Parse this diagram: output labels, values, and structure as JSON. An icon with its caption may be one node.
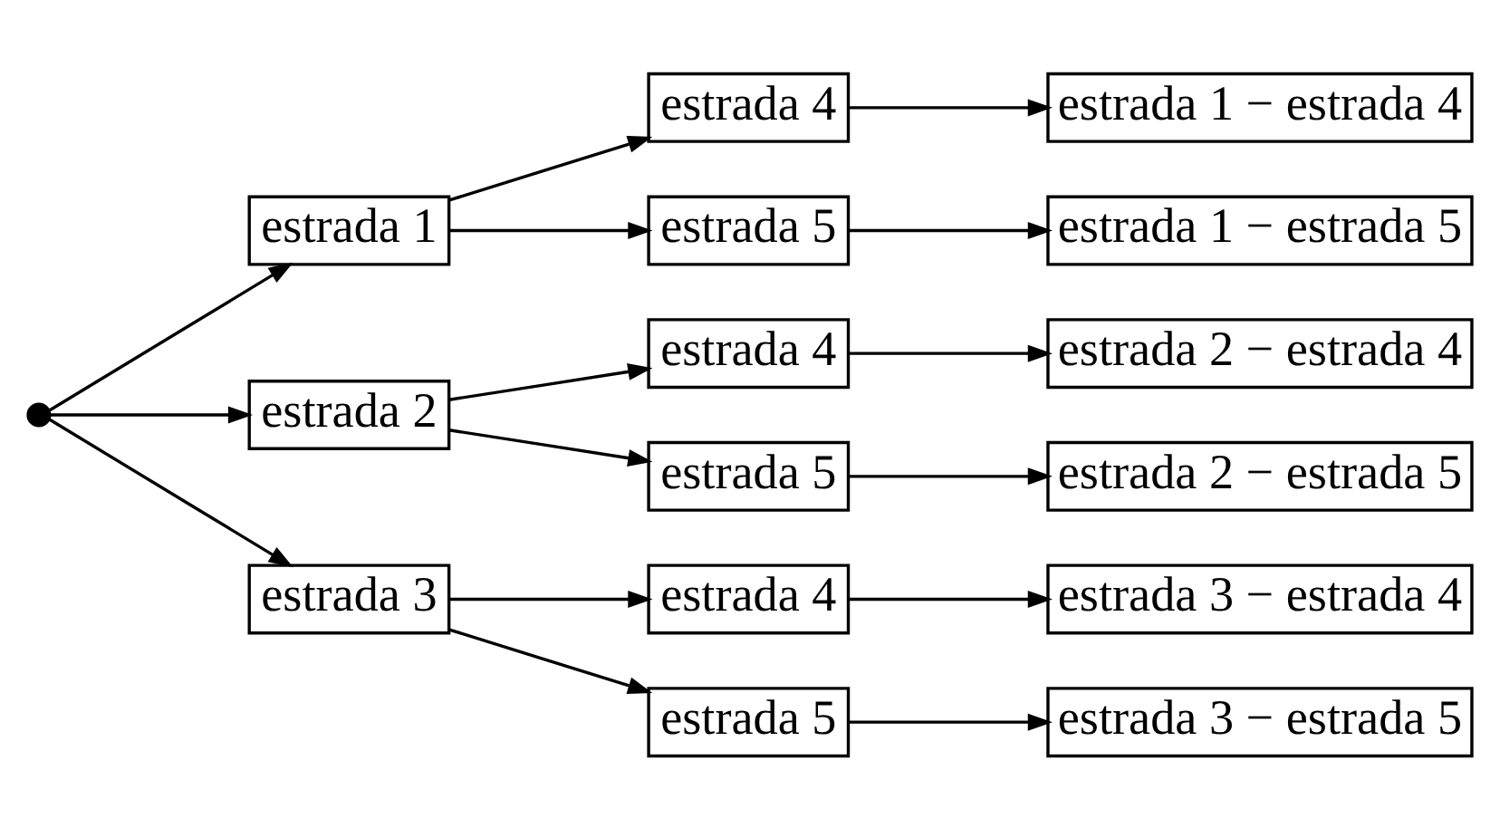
{
  "diagram": {
    "nodes": [
      {
        "text": [],
        "shape": "circle"
      },
      {
        "text": [
          "estrada 1"
        ]
      },
      {
        "text": [
          "estrada 2"
        ]
      },
      {
        "text": [
          "estrada 3"
        ]
      },
      {
        "text": [
          "estrada 4"
        ]
      },
      {
        "text": [
          "estrada 5"
        ]
      },
      {
        "text": [
          "estrada 4"
        ]
      },
      {
        "text": [
          "estrada 5"
        ]
      },
      {
        "text": [
          "estrada 4"
        ]
      },
      {
        "text": [
          "estrada 5"
        ]
      },
      {
        "text": [
          "estrada 1 − estrada 4"
        ]
      },
      {
        "text": [
          "estrada 1 − estrada 5"
        ]
      },
      {
        "text": [
          "estrada 2 − estrada 4"
        ]
      },
      {
        "text": [
          "estrada 2 − estrada 5"
        ]
      },
      {
        "text": [
          "estrada 3 − estrada 4"
        ]
      },
      {
        "text": [
          "estrada 3 − estrada 5"
        ]
      }
    ],
    "edges": [
      {
        "from": 0,
        "to": 1,
        "arrow": "to"
      },
      {
        "from": 0,
        "to": 2,
        "arrow": "to"
      },
      {
        "from": 0,
        "to": 3,
        "arrow": "to"
      },
      {
        "from": 1,
        "to": 4,
        "arrow": "to"
      },
      {
        "from": 1,
        "to": 5,
        "arrow": "to"
      },
      {
        "from": 2,
        "to": 6,
        "arrow": "to"
      },
      {
        "from": 2,
        "to": 7,
        "arrow": "to"
      },
      {
        "from": 3,
        "to": 8,
        "arrow": "to"
      },
      {
        "from": 3,
        "to": 9,
        "arrow": "to"
      },
      {
        "from": 4,
        "to": 10,
        "arrow": "to"
      },
      {
        "from": 5,
        "to": 11,
        "arrow": "to"
      },
      {
        "from": 6,
        "to": 12,
        "arrow": "to"
      },
      {
        "from": 7,
        "to": 13,
        "arrow": "to"
      },
      {
        "from": 8,
        "to": 14,
        "arrow": "to"
      },
      {
        "from": 9,
        "to": 15,
        "arrow": "to"
      }
    ]
  }
}
